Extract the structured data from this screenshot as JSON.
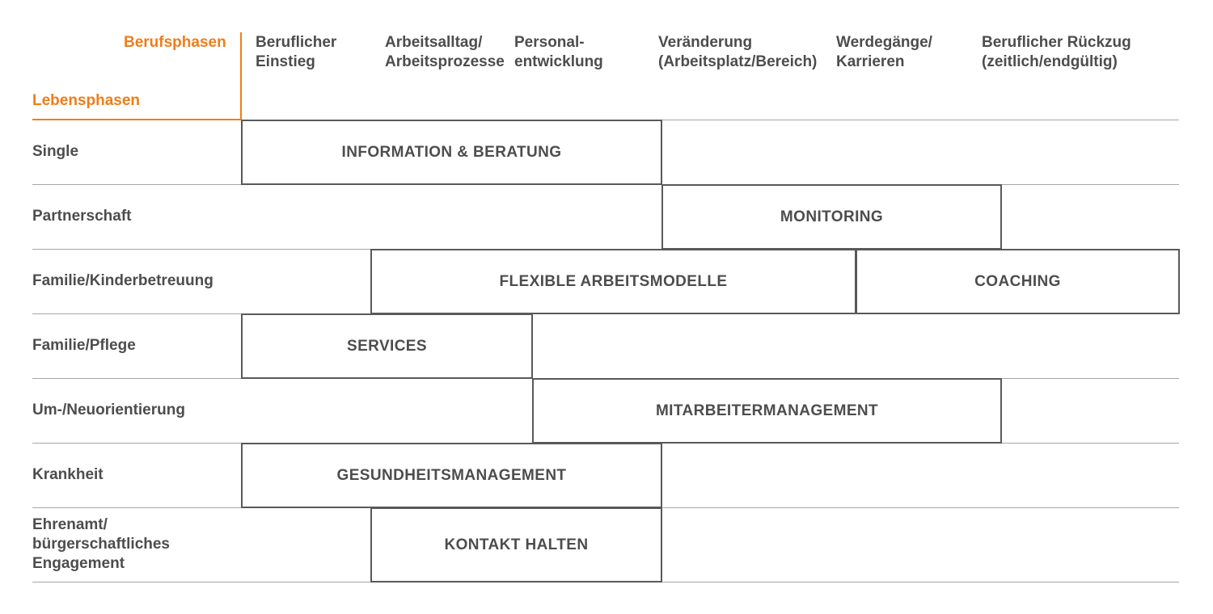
{
  "colors": {
    "accent": "#ef7d1a",
    "text": "#4d4d4d",
    "grid": "#a6a6a6",
    "block_border": "#595959"
  },
  "corner": {
    "column_axis": "Berufsphasen",
    "row_axis": "Lebensphasen"
  },
  "columns": [
    "Beruflicher\nEinstieg",
    "Arbeitsalltag/\nArbeitsprozesse",
    "Personal-\nentwicklung",
    "Veränderung\n(Arbeitsplatz/Bereich)",
    "Werdegänge/\nKarrieren",
    "Beruflicher Rückzug\n(zeitlich/endgültig)"
  ],
  "rows": [
    "Single",
    "Partnerschaft",
    "Familie/Kinderbetreuung",
    "Familie/Pflege",
    "Um-/Neuorientierung",
    "Krankheit",
    "Ehrenamt/\nbürgerschaftliches\nEngagement"
  ],
  "blocks": [
    {
      "label": "INFORMATION & BERATUNG",
      "row": 0,
      "col_start": 0,
      "col_end": 3.25
    },
    {
      "label": "MONITORING",
      "row": 1,
      "col_start": 3.25,
      "col_end": 5.875
    },
    {
      "label": "FLEXIBLE ARBEITSMODELLE",
      "row": 2,
      "col_start": 1,
      "col_end": 4.75
    },
    {
      "label": "COACHING",
      "row": 2,
      "col_start": 4.75,
      "col_end": 7.25
    },
    {
      "label": "SERVICES",
      "row": 3,
      "col_start": 0,
      "col_end": 2.25
    },
    {
      "label": "MITARBEITERMANAGEMENT",
      "row": 4,
      "col_start": 2.25,
      "col_end": 5.875
    },
    {
      "label": "GESUNDHEITSMANAGEMENT",
      "row": 5,
      "col_start": 0,
      "col_end": 3.25
    },
    {
      "label": "KONTAKT HALTEN",
      "row": 6,
      "col_start": 1,
      "col_end": 3.25
    }
  ]
}
